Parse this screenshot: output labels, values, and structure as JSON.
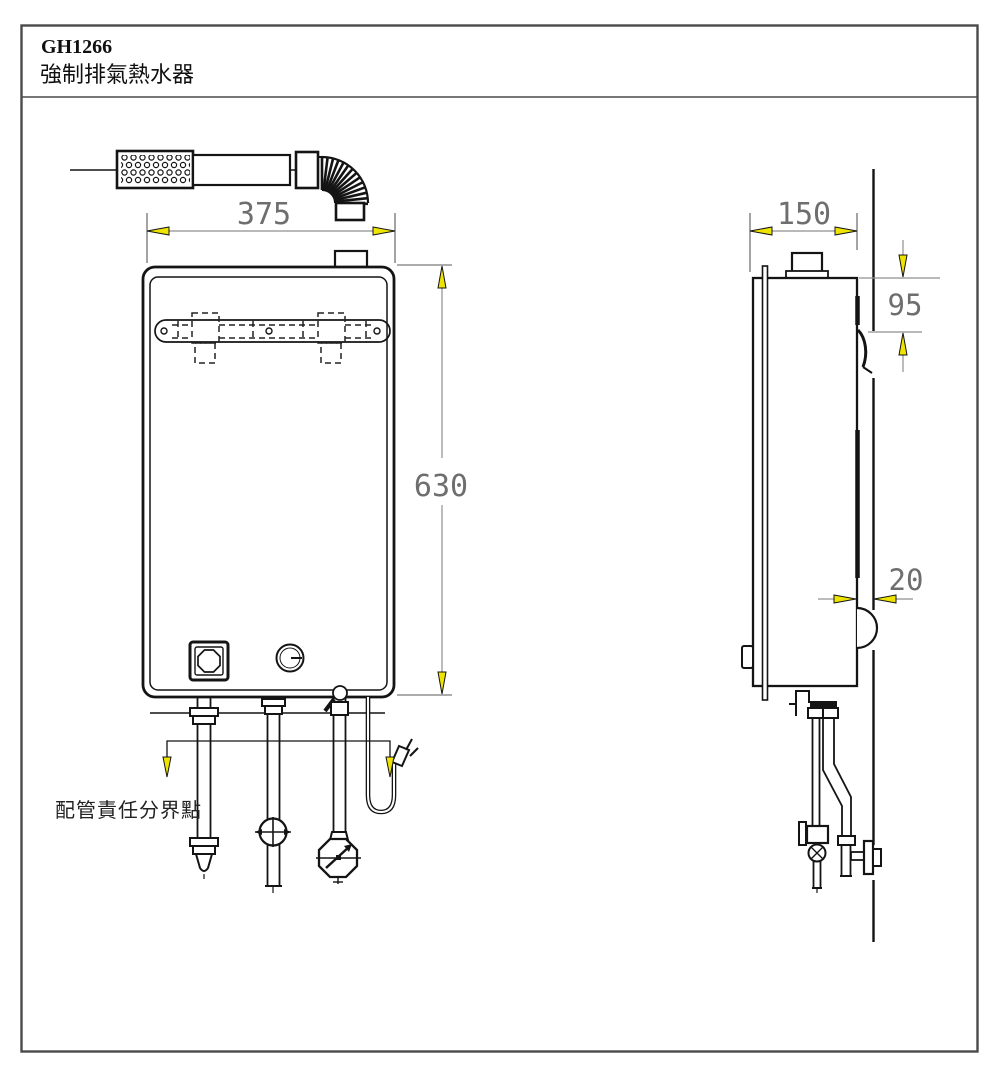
{
  "page": {
    "model": "GH1266",
    "product_name": "強制排氣熱水器"
  },
  "dimensions": {
    "front_width": "375",
    "front_height": "630",
    "side_depth": "150",
    "flue_offset": "95",
    "wall_gap": "20"
  },
  "annotations": {
    "piping_boundary": "配管責任分界點"
  },
  "colors": {
    "object_line": "#141414",
    "dimension_line": "#8f8f8f",
    "dimension_text": "#6e6e6e",
    "arrow_fill": "#efe400",
    "border": "#4a4a4a",
    "background": "#ffffff"
  }
}
